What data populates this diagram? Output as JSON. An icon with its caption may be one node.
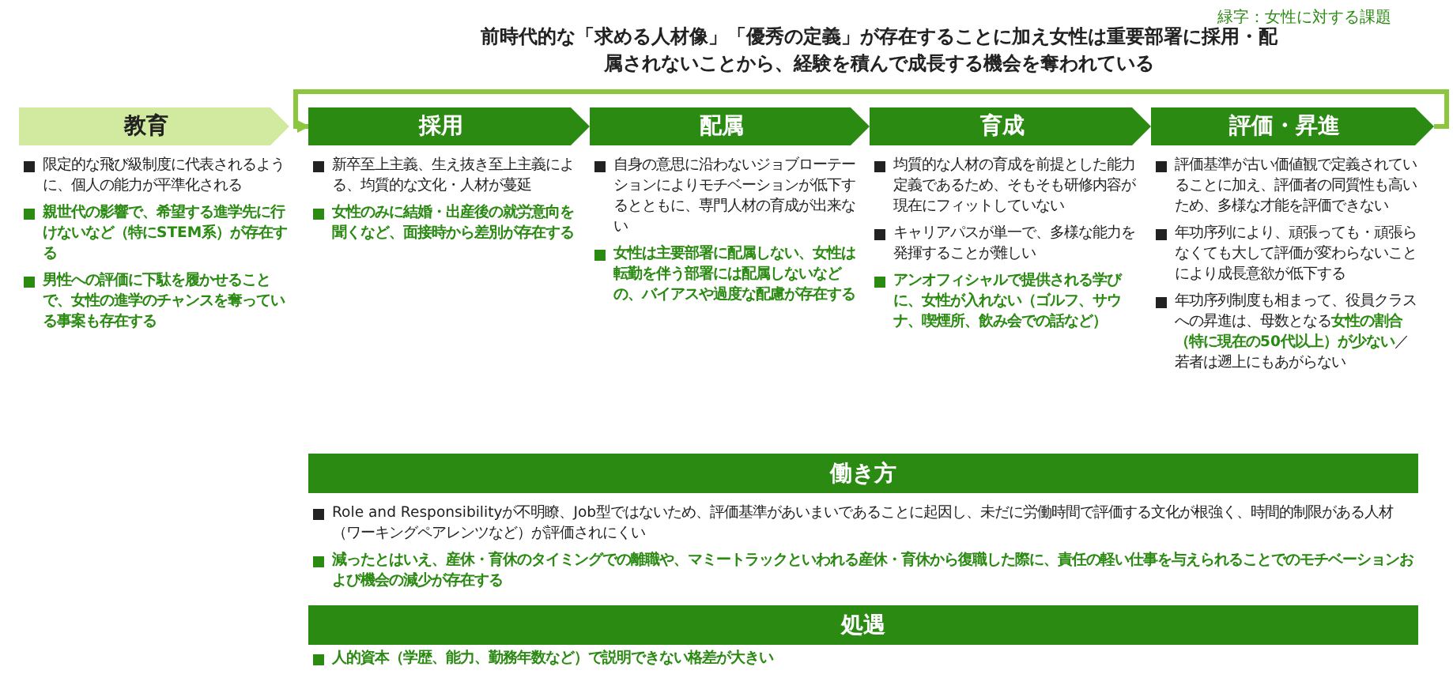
{
  "diagram": {
    "nodes": [
      {
        "text": [
          "教育"
        ],
        "beside": [
          "限定的な飛び級制度に代表されるように、個人の能力が平準化される",
          "親世代の影響で、希望する進学先に行けないなど（特にSTEM系）が存在する",
          "男性への評価に下駄を履かせることで、女性の進学のチャンスを奪っている事案も存在する"
        ]
      },
      {
        "text": [
          "採用"
        ],
        "beside": [
          "新卒至上主義、生え抜き至上主義による、均質的な文化・人材が蔓延",
          "女性のみに結婚・出産後の就労意向を聞くなど、面接時から差別が存在する"
        ]
      },
      {
        "text": [
          "配属"
        ],
        "beside": [
          "自身の意思に沿わないジョブローテーションによりモチベーションが低下するとともに、専門人材の育成が出来ない",
          "女性は主要部署に配属しない、女性は転勤を伴う部署には配属しないなどの、バイアスや過度な配慮が存在する"
        ]
      },
      {
        "text": [
          "育成"
        ],
        "beside": [
          "均質的な人材の育成を前提とした能力定義であるため、そもそも研修内容が現在にフィットしていない",
          "キャリアパスが単一で、多様な能力を発揮することが難しい",
          "アンオフィシャルで提供される学びに、女性が入れない（ゴルフ、サウナ、喫煙所、飲み会での話など）"
        ]
      },
      {
        "text": [
          "評価・昇進"
        ],
        "beside": [
          "評価基準が古い価値観で定義されていることに加え、評価者の同質性も高いため、多様な才能を評価できない",
          "年功序列により、頑張っても・頑張らなくても大して評価が変わらないことにより成長意欲が低下する",
          "年功序列制度も相まって、役員クラスへの昇進は、母数となる**女性の割合（特に現在の50代以上）が少ない**／若者は遡上にもあがらない"
        ]
      },
      {
        "text": [
          "働き方"
        ],
        "beside": [
          "Role and Responsibilityが不明瞭、Job型ではないため、評価基準があいまいであることに起因し、未だに労働時間で評価する文化が根強く、時間的制限がある人材（ワーキングペアレンツなど）が評価されにくい",
          "減ったとはいえ、産休・育休のタイミングでの離職や、マミートラックといわれる産休・育休から復職した際に、責任の軽い仕事を与えられることでのモチベーションおよび機会の減少が存在する"
        ]
      },
      {
        "text": [
          "処遇"
        ],
        "beside": [
          "人的資本（学歴、能力、勤務年数など）で説明できない格差が大きい"
        ]
      }
    ],
    "edges": [
      {
        "from": 4,
        "to": 1,
        "arrow": "to",
        "label": "前時代的な「求める人材像」「優秀の定義」が存在することに加え女性は重要部署に採用・配属されないことから、経験を積んで成長する機会を奪われている"
      }
    ],
    "labels": [
      "緑字：女性に対する課題"
    ]
  }
}
